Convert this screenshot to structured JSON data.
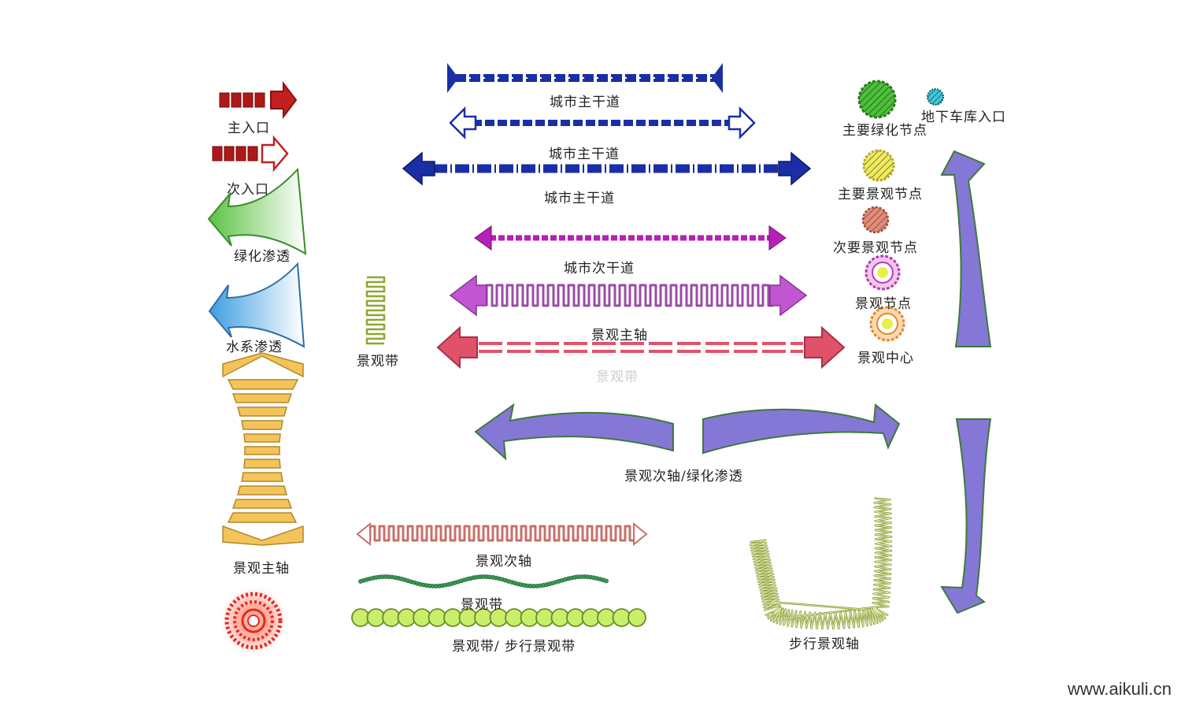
{
  "labels": {
    "main_entrance": "主入口",
    "secondary_entrance": "次入口",
    "green_penetration": "绿化渗透",
    "water_penetration": "水系渗透",
    "landscape_main_axis_left": "景观主轴",
    "landscape_belt_left": "景观带",
    "urban_arterial_1": "城市主干道",
    "urban_arterial_2": "城市主干道",
    "urban_arterial_3": "城市主干道",
    "urban_secondary_road": "城市次干道",
    "landscape_main_axis": "景观主轴",
    "landscape_belt_faint": "景观带",
    "secondary_axis_green": "景观次轴/绿化渗透",
    "landscape_secondary_axis": "景观次轴",
    "landscape_belt_bottom": "景观带",
    "landscape_belt_walking": "景观带/ 步行景观带",
    "walking_axis": "步行景观轴",
    "main_green_node": "主要绿化节点",
    "underground_garage": "地下车库入口",
    "main_landscape_node": "主要景观节点",
    "secondary_landscape_node": "次要景观节点",
    "landscape_node": "景观节点",
    "landscape_center": "景观中心"
  },
  "watermark": "www.aikuli.cn",
  "colors": {
    "main_entrance": "#b01818",
    "green": "#5cc243",
    "water": "#3d9ee0",
    "orange": "#f4c35a",
    "blue_road": "#1a2fa6",
    "magenta": "#b620b6",
    "violet": "#c057d0",
    "red_axis": "#e0526a",
    "purple_arrow": "#8577d6",
    "red_wave": "#c8706a",
    "green_wave": "#3c9a54",
    "lime": "#c9ee6a",
    "center_red": "#e42a1c"
  }
}
